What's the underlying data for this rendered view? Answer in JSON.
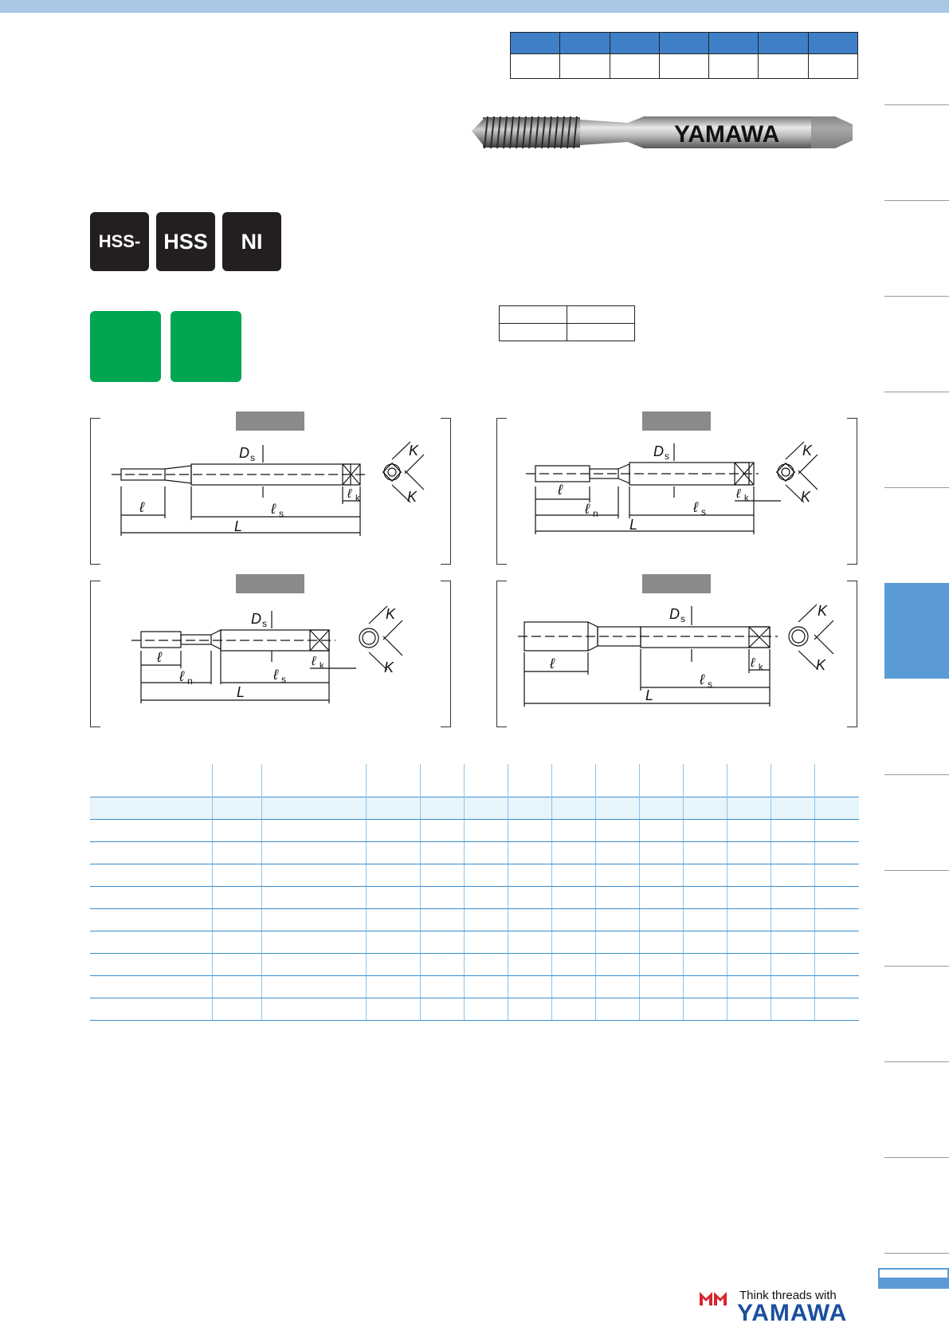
{
  "photo": {
    "brand": "YAMAWA"
  },
  "badges": [
    {
      "label": "HSS-"
    },
    {
      "label": "HSS"
    },
    {
      "label": "NI"
    }
  ],
  "drawing_labels": {
    "Ds": "D",
    "Ds_sub": "s",
    "l": "ℓ",
    "ls": "ℓ",
    "ls_sub": "s",
    "lk": "ℓ",
    "lk_sub": "k",
    "ln": "ℓ",
    "ln_sub": "n",
    "L": "L",
    "K": "K"
  },
  "footer": {
    "tagline": "Think threads with",
    "brand": "YAMAWA"
  },
  "colors": {
    "top_bar": "#a9c8e6",
    "table_header": "#3f7fc7",
    "badge": "#231f20",
    "green": "#00a651",
    "table_line": "#3a8fd0",
    "side_tab": "#5b9bd5",
    "logo_red": "#d9232d",
    "logo_blue": "#1a4f9e"
  }
}
